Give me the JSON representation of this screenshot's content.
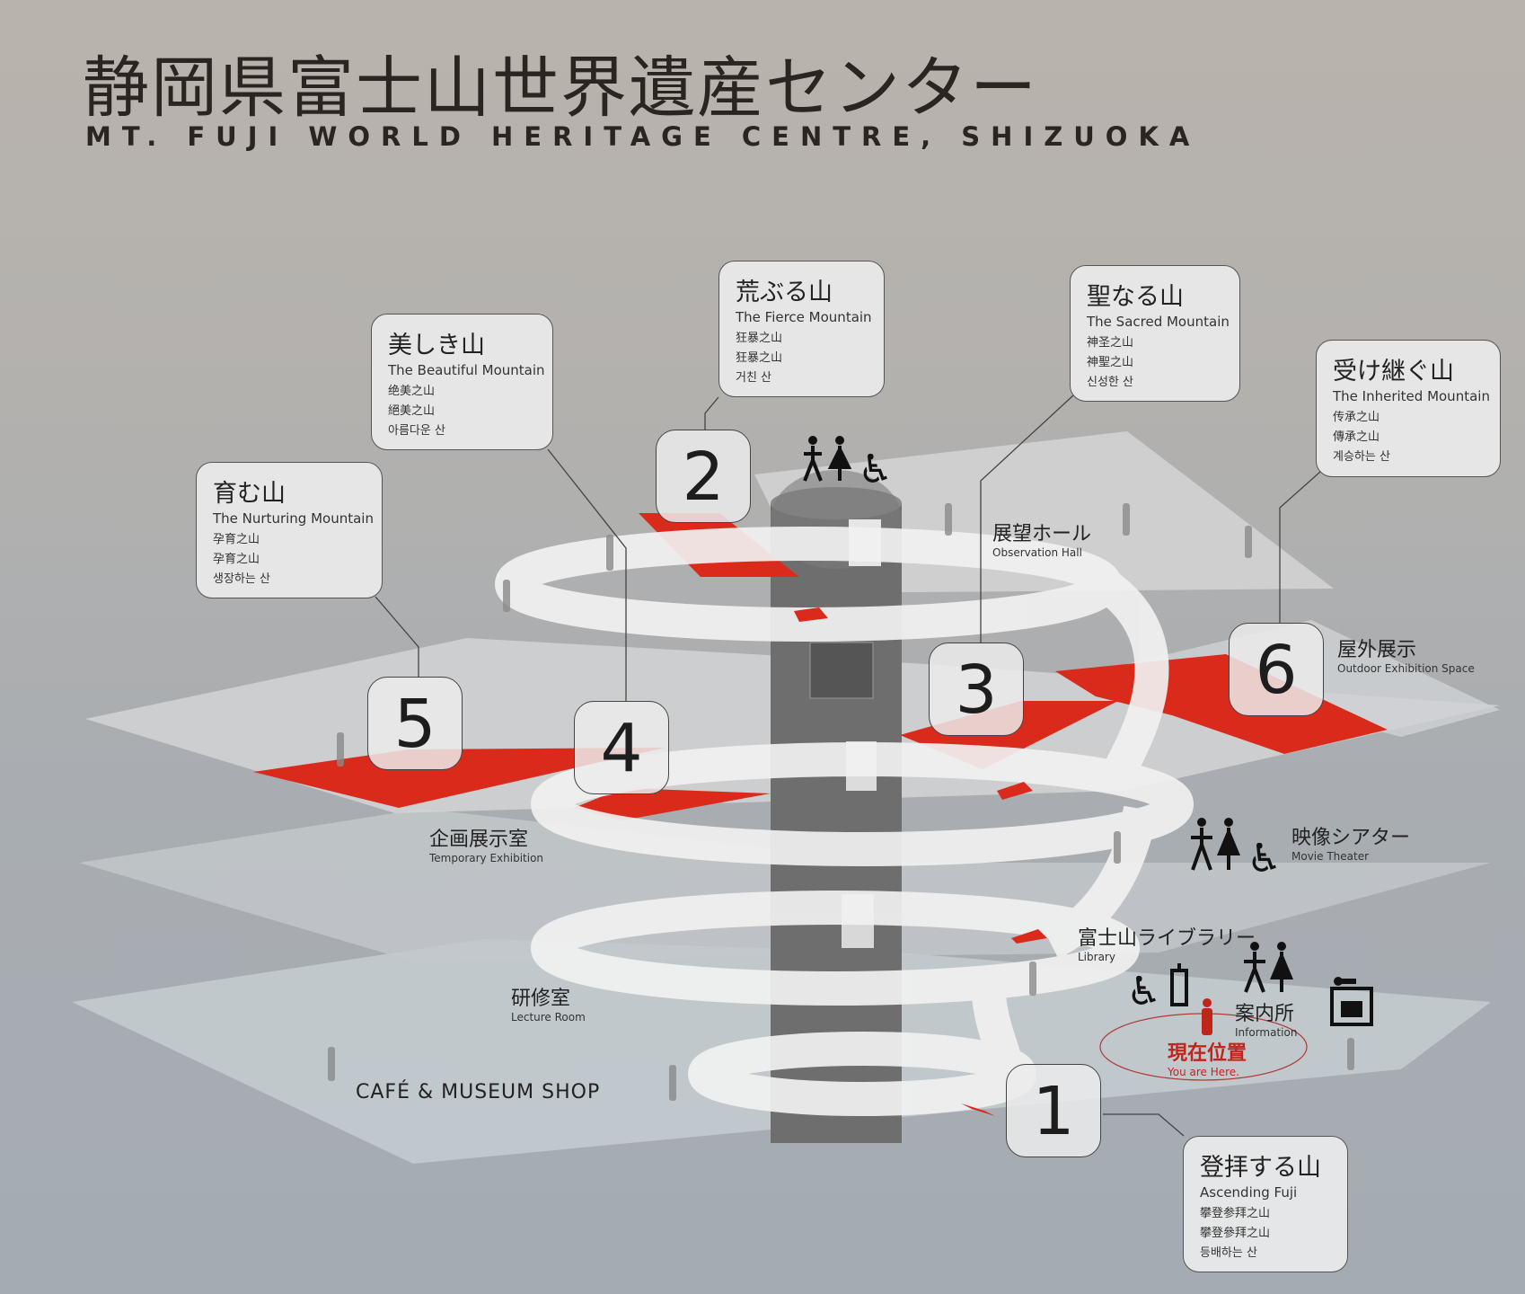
{
  "header": {
    "title_ja": "静岡県富士山世界遺産センター",
    "title_en": "MT. FUJI WORLD HERITAGE CENTRE, SHIZUOKA"
  },
  "zones": [
    {
      "number": "1",
      "ja": "登拝する山",
      "en": "Ascending Fuji",
      "zh_s": "攀登参拜之山",
      "zh_t": "攀登參拜之山",
      "ko": "등배하는 산"
    },
    {
      "number": "2",
      "ja": "荒ぶる山",
      "en": "The Fierce Mountain",
      "zh_s": "狂暴之山",
      "zh_t": "狂暴之山",
      "ko": "거친 산"
    },
    {
      "number": "3",
      "ja": "聖なる山",
      "en": "The Sacred Mountain",
      "zh_s": "神圣之山",
      "zh_t": "神聖之山",
      "ko": "신성한 산"
    },
    {
      "number": "4",
      "ja": "美しき山",
      "en": "The Beautiful Mountain",
      "zh_s": "绝美之山",
      "zh_t": "絕美之山",
      "ko": "아름다운 산"
    },
    {
      "number": "5",
      "ja": "育む山",
      "en": "The Nurturing Mountain",
      "zh_s": "孕育之山",
      "zh_t": "孕育之山",
      "ko": "생장하는 산"
    },
    {
      "number": "6",
      "ja": "受け継ぐ山",
      "en": "The Inherited Mountain",
      "zh_s": "传承之山",
      "zh_t": "傳承之山",
      "ko": "계승하는 산"
    }
  ],
  "facilities": {
    "observation": {
      "ja": "展望ホール",
      "en": "Observation Hall"
    },
    "outdoor": {
      "ja": "屋外展示",
      "en": "Outdoor Exhibition Space"
    },
    "temporary": {
      "ja": "企画展示室",
      "en": "Temporary Exhibition"
    },
    "theater": {
      "ja": "映像シアター",
      "en": "Movie Theater"
    },
    "library": {
      "ja": "富士山ライブラリー",
      "en": "Library"
    },
    "lecture": {
      "ja": "研修室",
      "en": "Lecture Room"
    },
    "information": {
      "ja": "案内所",
      "en": "Information"
    },
    "cafe": {
      "en": "CAFÉ & MUSEUM SHOP"
    },
    "you_are_here": {
      "ja": "現在位置",
      "en": "You are Here."
    }
  },
  "colors": {
    "exhibit_red": "#d92a1c",
    "accent_orange": "#d9782e",
    "here_red": "#c0251b"
  },
  "icons": [
    "restroom-icon",
    "wheelchair-icon",
    "elevator-icon",
    "coin-locker-icon"
  ]
}
